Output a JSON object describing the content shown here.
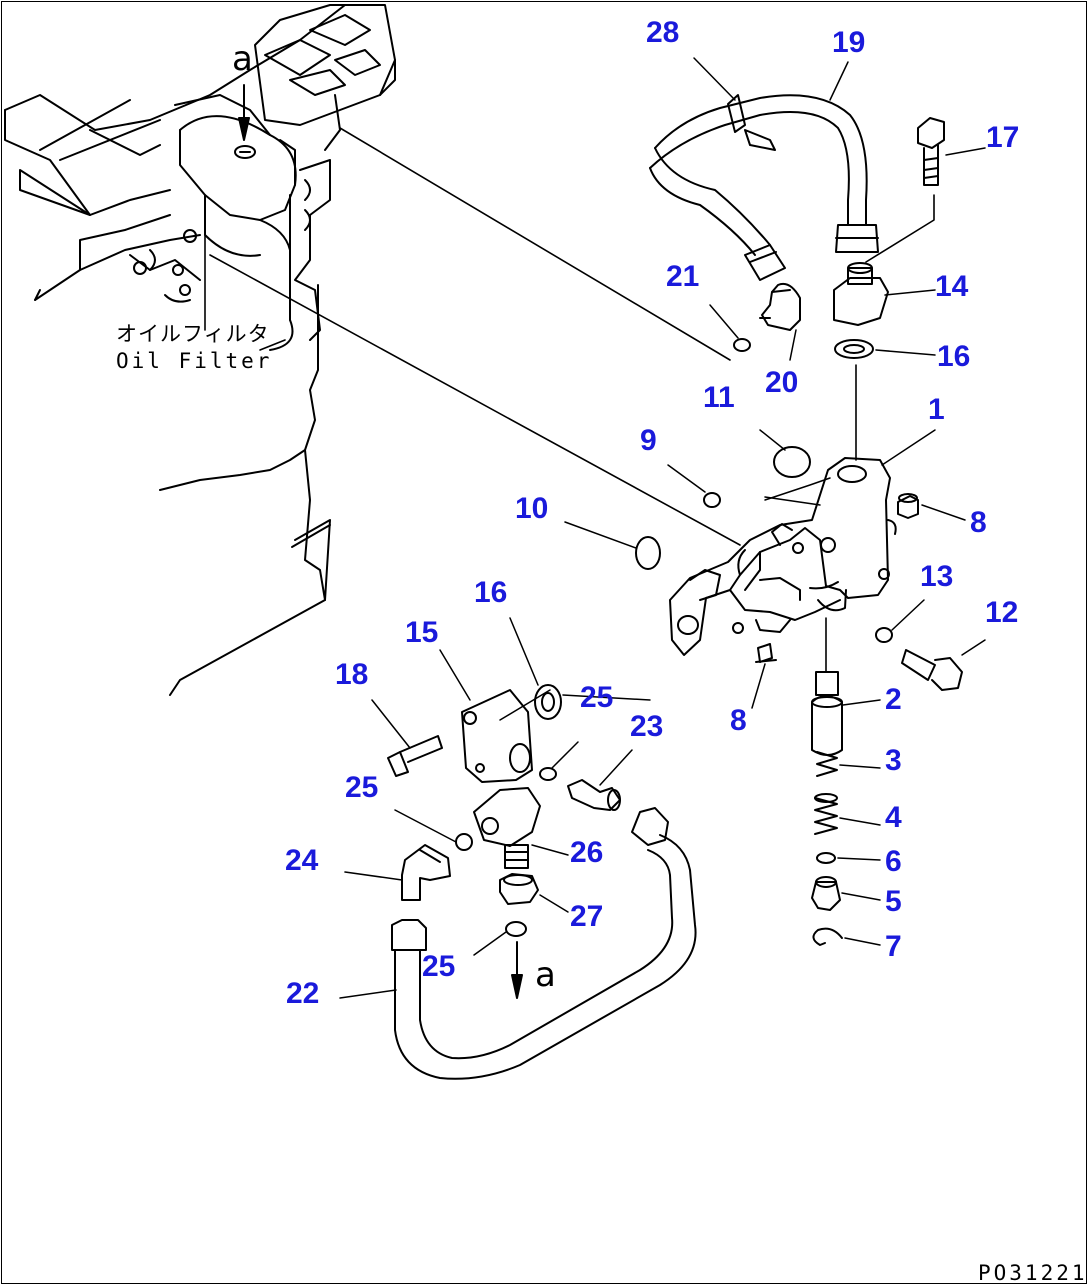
{
  "diagram": {
    "drawing_code": "PO31221",
    "labels": {
      "oil_filter_jp": "オイルフィルタ",
      "oil_filter_en": "Oil Filter",
      "view_mark": "a"
    },
    "callouts": [
      {
        "id": "c28",
        "text": "28"
      },
      {
        "id": "c19",
        "text": "19"
      },
      {
        "id": "c17",
        "text": "17"
      },
      {
        "id": "c14",
        "text": "14"
      },
      {
        "id": "c16a",
        "text": "16"
      },
      {
        "id": "c21",
        "text": "21"
      },
      {
        "id": "c20",
        "text": "20"
      },
      {
        "id": "c11",
        "text": "11"
      },
      {
        "id": "c1",
        "text": "1"
      },
      {
        "id": "c9",
        "text": "9"
      },
      {
        "id": "c8a",
        "text": "8"
      },
      {
        "id": "c10",
        "text": "10"
      },
      {
        "id": "c13",
        "text": "13"
      },
      {
        "id": "c12",
        "text": "12"
      },
      {
        "id": "c16b",
        "text": "16"
      },
      {
        "id": "c15",
        "text": "15"
      },
      {
        "id": "c18",
        "text": "18"
      },
      {
        "id": "c25a",
        "text": "25"
      },
      {
        "id": "c23",
        "text": "23"
      },
      {
        "id": "c8b",
        "text": "8"
      },
      {
        "id": "c2",
        "text": "2"
      },
      {
        "id": "c3",
        "text": "3"
      },
      {
        "id": "c25b",
        "text": "25"
      },
      {
        "id": "c4",
        "text": "4"
      },
      {
        "id": "c26",
        "text": "26"
      },
      {
        "id": "c24",
        "text": "24"
      },
      {
        "id": "c6",
        "text": "6"
      },
      {
        "id": "c5",
        "text": "5"
      },
      {
        "id": "c27",
        "text": "27"
      },
      {
        "id": "c7",
        "text": "7"
      },
      {
        "id": "c25c",
        "text": "25"
      },
      {
        "id": "c22",
        "text": "22"
      }
    ]
  }
}
